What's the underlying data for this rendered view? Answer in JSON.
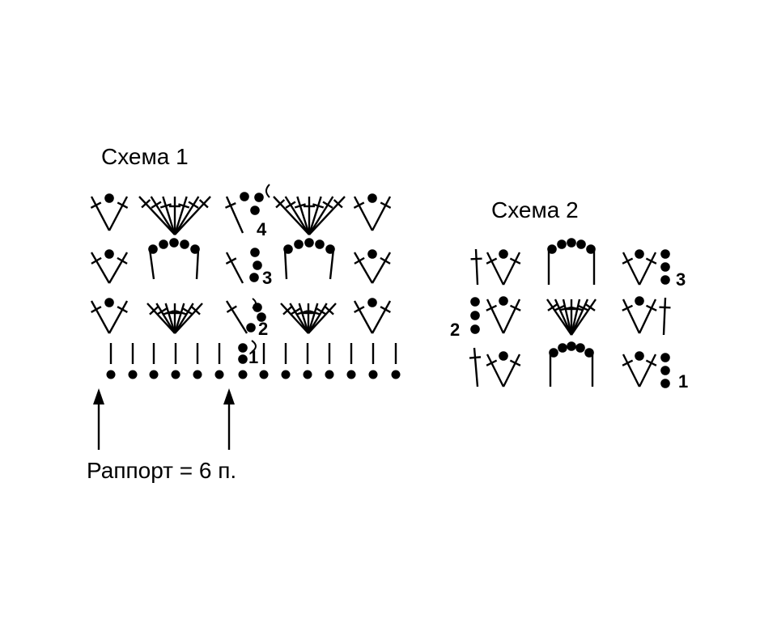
{
  "diagram1": {
    "title": "Схема 1",
    "repeat_label": "Раппорт = 6 п.",
    "row_numbers": [
      "1",
      "2",
      "3",
      "4"
    ]
  },
  "diagram2": {
    "title": "Схема 2",
    "row_numbers": [
      "1",
      "2",
      "3"
    ]
  },
  "colors": {
    "ink": "#000000",
    "background": "#ffffff"
  }
}
